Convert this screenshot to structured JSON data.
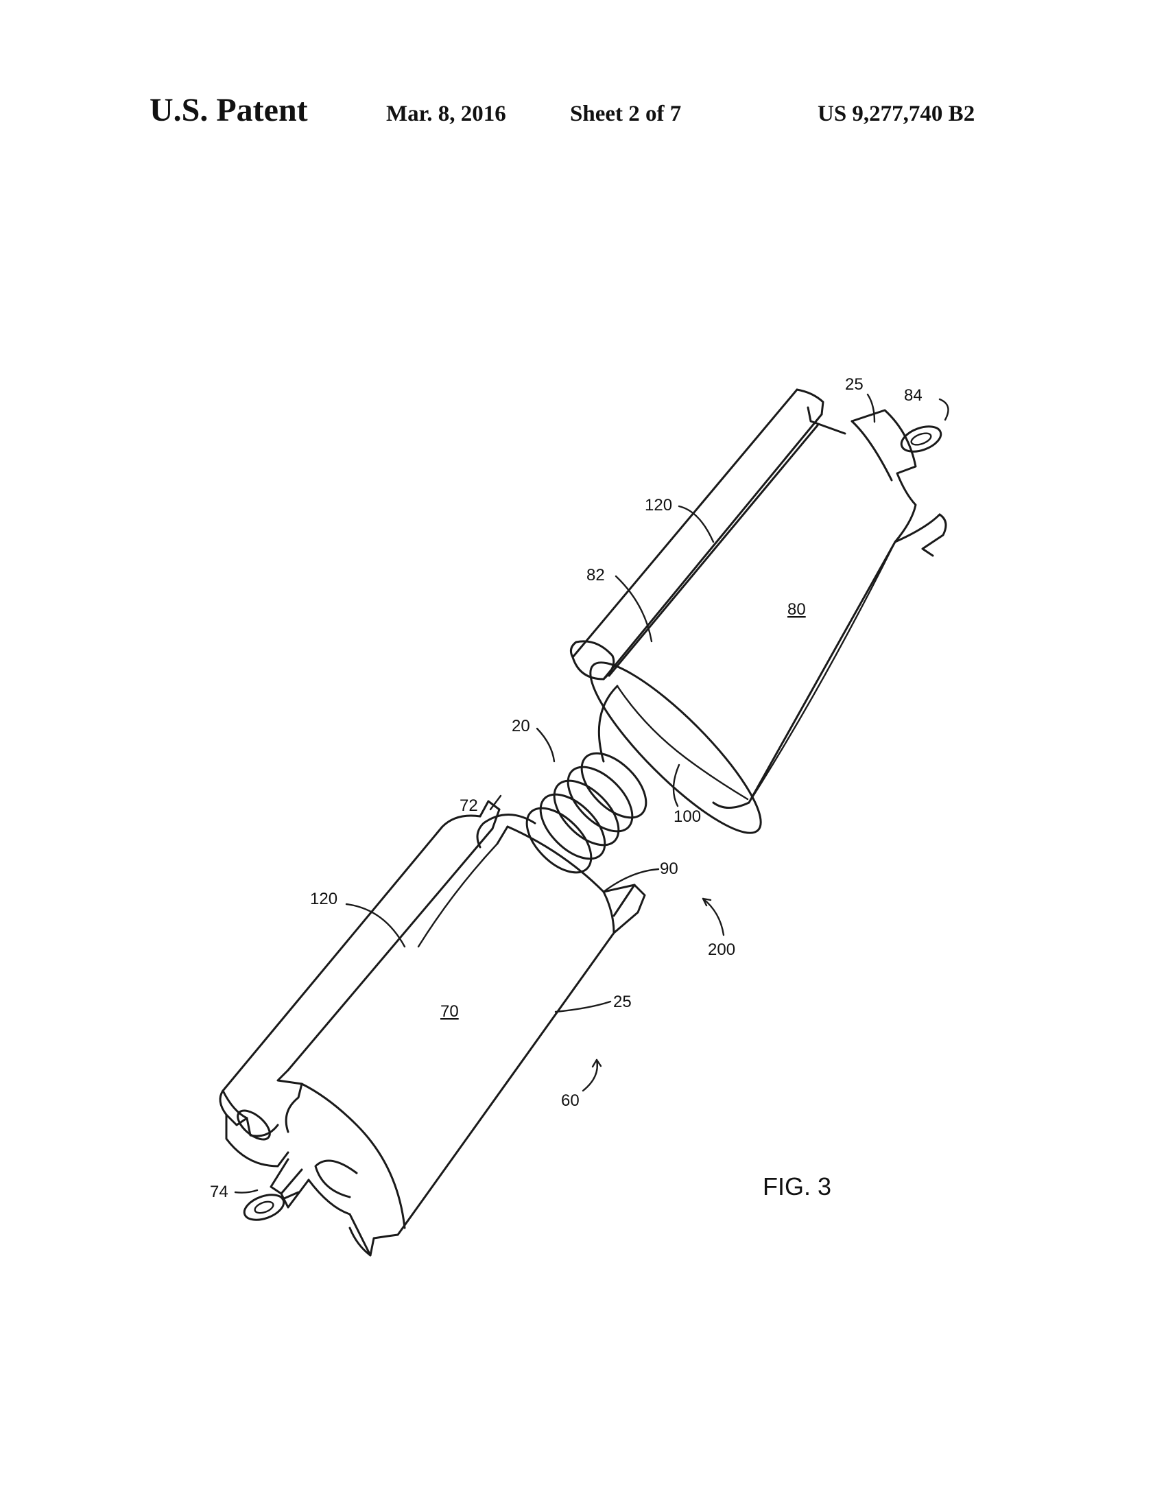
{
  "header": {
    "title": "U.S. Patent",
    "date": "Mar. 8, 2016",
    "sheet": "Sheet 2 of 7",
    "patent_number": "US 9,277,740 B2"
  },
  "figure": {
    "caption": "FIG. 3",
    "labels": {
      "l25_top": "25",
      "l84": "84",
      "l120_top": "120",
      "l82": "82",
      "l80": "80",
      "l20": "20",
      "l72": "72",
      "l100": "100",
      "l90": "90",
      "l120_bottom": "120",
      "l200": "200",
      "l70": "70",
      "l25_bottom": "25",
      "l60": "60",
      "l74": "74"
    }
  }
}
